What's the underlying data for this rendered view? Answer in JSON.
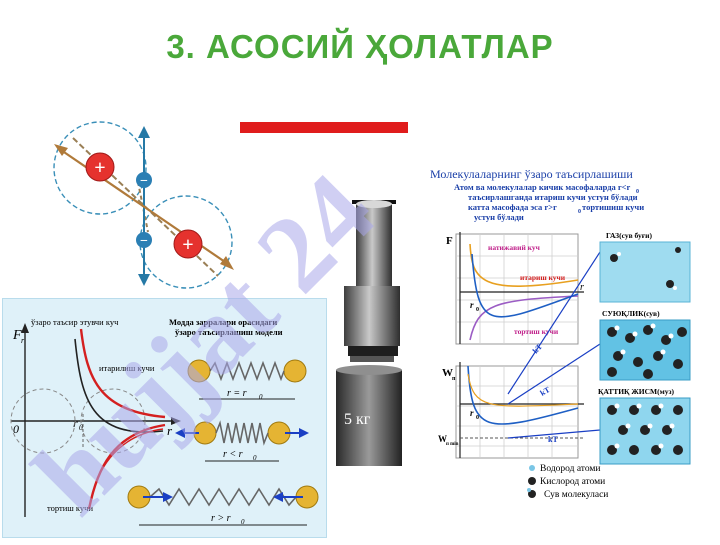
{
  "slide": {
    "title": "3. АСОСИЙ ҲОЛАТЛАР",
    "accent_color": "#4aa83a",
    "bar_color": "#e01c1c"
  },
  "dipole": {
    "plus": "+",
    "minus": "−"
  },
  "spring_panel": {
    "attract_label": "ўзаро таъсир этувчи куч",
    "model_title_1": "Модда зарралари орасидаги",
    "model_title_2": "ўзаро таъсирлашиш модели",
    "axis_f": "F",
    "axis_f_sub": "r",
    "axis_r": "r",
    "origin": "0",
    "r0": "r",
    "r0_sub": "0",
    "repulsion_label": "итарилиш кучи",
    "attraction_label": "тортиш кучи",
    "eq_label": "r = r",
    "lt_label": "r < r",
    "gt_label": "r > r",
    "sub0": "0"
  },
  "weight": {
    "label": "5 кг"
  },
  "right_panel": {
    "heading": "Молекулаларнинг ўзаро таъсирлашиши",
    "line1": "Атом ва молекулалар кичик масофаларда r<r",
    "line1_sub": "0",
    "line2": "таъсирлашганда итариш кучи устун бўлади",
    "line3": "катта масофада эса r>r",
    "line3_sub": "0",
    "line3_tail": " тортишиш кучи",
    "line4": "устун бўлади",
    "f_axis": "F",
    "w_axis": "W",
    "w_axis_sub": "п",
    "w_min": "W",
    "w_min_sub": "п min",
    "r0": "r",
    "r0_sub": "0",
    "r_axis": "r",
    "net_force": "натижавий куч",
    "push_force": "итариш кучи",
    "pull_force": "тортиш кучи",
    "gas": "ГАЗ(сув буғи)",
    "liquid": "СУЮҚЛИК(сув)",
    "solid": "ҚАТТИҚ ЖИСМ(муз)",
    "kt_gt": "kT",
    "kt_sub": "1",
    "legend_h": "Водород атоми",
    "legend_o": "Кислород атоми",
    "legend_w": "Сув молекуласи"
  },
  "watermark": {
    "text": "hujjat 24",
    "color": "#a9a7ea"
  }
}
